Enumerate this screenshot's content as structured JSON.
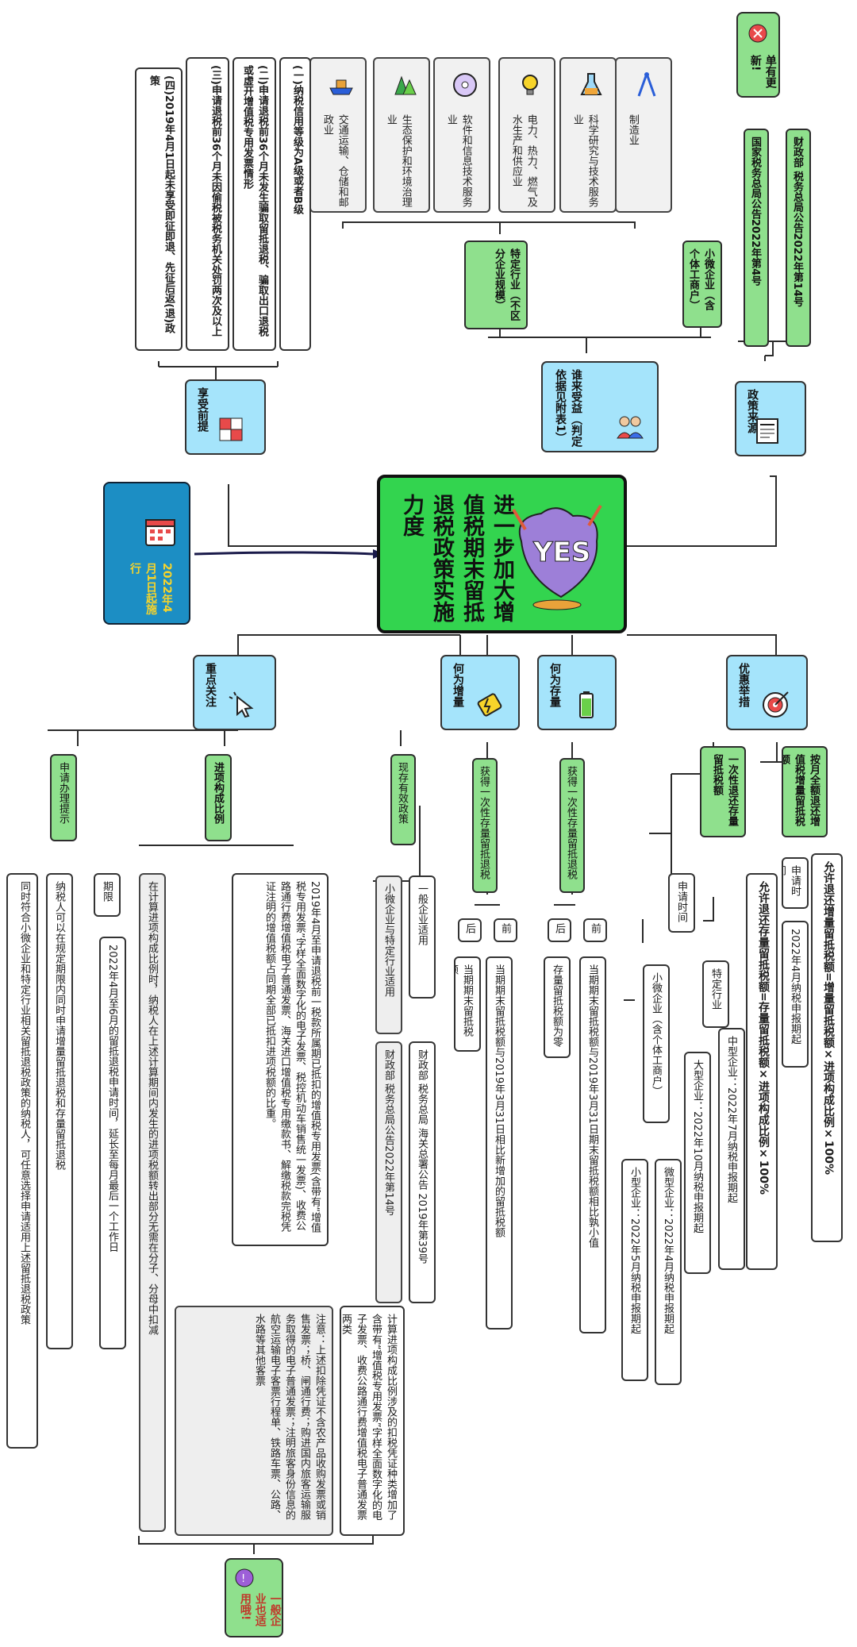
{
  "central": {
    "title": "进一步加大增值税期末留抵退税政策实施力度"
  },
  "start": {
    "label": "2022年4月1日起施行"
  },
  "nodes": {
    "policy_source": "政策来源",
    "who": "谁来受益（判定依据见附表1）",
    "premise": "享受前提",
    "measures": "优惠举措",
    "stock": "何为存量",
    "increment": "何为增量",
    "focus": "重点关注"
  },
  "policy_source": {
    "doc1": "财政部 税务总局公告2022年第14号",
    "doc2": "国家税务总局公告2022年第4号",
    "sticker": "申请表单有更新!"
  },
  "who": {
    "small": "小微企业（含个体工商户）",
    "industry": "特定行业（不区分企业规模）",
    "industries": [
      {
        "label": "制造业",
        "icon": "compass-icon"
      },
      {
        "label": "科学研究与技术服务业",
        "icon": "flask-icon"
      },
      {
        "label": "电力、热力、燃气及水生产和供应业",
        "icon": "lightbulb-icon"
      },
      {
        "label": "软件和信息技术服务业",
        "icon": "disc-icon"
      },
      {
        "label": "生态保护和环境治理业",
        "icon": "tree-icon"
      },
      {
        "label": "交通运输、仓储和邮政业",
        "icon": "ship-icon"
      }
    ]
  },
  "premise": {
    "items": [
      "(一)纳税信用等级为A级或者B级",
      "(二)申请退税前36个月未发生骗取留抵退税、骗取出口退税或虚开增值税专用发票情形",
      "(三)申请退税前36个月未因偷税被税务机关处罚两次及以上",
      "(四)2019年4月1日起未享受即征即退、先征后返(退)政策"
    ]
  },
  "measures": {
    "formula_head": "按月全额退还增值税增量留抵税额",
    "formula_text": "允许退还增量留抵税额=增量留抵税额×进项构成比例×100%",
    "apply_time_label": "申请时间",
    "apply_time_value": "2022年4月纳税申报期起",
    "once_head": "一次性退还存量留抵税额",
    "once_formula": "允许退还存量留抵税额=存量留抵税额×进项构成比例×100%",
    "apply_time_label2": "申请时间",
    "industry": "特定行业",
    "mid": "中型企业：2022年7月纳税申报期起",
    "large": "大型企业：2022年10月纳税申报期起",
    "smallmicro": "小微企业（含个体工商户）",
    "micro": "微型企业：2022年4月纳税申报期起",
    "small": "小型企业：2022年5月纳税申报期起"
  },
  "stock": {
    "head": "获得一次性存量留抵退税",
    "before": "前",
    "after": "后",
    "before_text": "当期期末留抵税额与2019年3月31日期末留抵税额相比孰小值",
    "after_text": "存量留抵税额为零"
  },
  "increment": {
    "head": "获得一次性存量留抵退税",
    "before": "前",
    "after": "后",
    "before_text": "当期期末留抵税额与2019年3月31日相比新增加的留抵税额",
    "after_text": "当期期末留抵税额"
  },
  "focus": {
    "coexist": "现存有效政策",
    "general": "一般企业适用",
    "general_doc": "财政部 税务总局 海关总署公告 2019年第39号",
    "smallspecific": "小微企业与特定行业适用",
    "smallspecific_doc": "财政部 税务总局公告2022年第14号",
    "ratio": "进项构成比例",
    "ratio_def": "2019年4月至申请退税前一税款所属期已抵扣的增值税专用发票(含带有“增值税专用发票”字样全面数字化的电子发票、税控机动车销售统一发票)、收费公路通行费增值税电子普通发票、海关进口增值税专用缴款书、解缴税款完税凭证注明的增值税额占同期全部已抵扣进项税额的比重。",
    "ratio_calc": "计算进项构成比例涉及的扣税凭证种类增加了含带有“增值税专用发票”字样全面数字化的电子发票、收费公路通行费增值税电子普通发票两类",
    "ratio_note": "注意：上述扣除凭证不含农产品收购发票或销售发票；桥、闸通行费；购进国内旅客运输服务取得的电子普通发票；注明旅客身份信息的航空运输电子客票行程单、铁路车票、公路、水路等其他客票",
    "ratio_period": "在计算进项构成比例时，纳税人在上述计算期间内发生的进项税额转出部分无需在分子、分母中扣减",
    "apply_tip": "申请办理提示",
    "period": "期限",
    "period_text": "2022年4月至6月的留抵退税申请时间，延长至每月最后一个工作日",
    "tip1": "纳税人可以在规定期限内同时申请增量留抵退税和存量留抵退税",
    "tip2": "同时符合小微企业和特定行业相关留抵退税政策的纳税人，可任意选择申请适用上述留抵退税政策",
    "sticker": "一般企业也适用哦!"
  }
}
